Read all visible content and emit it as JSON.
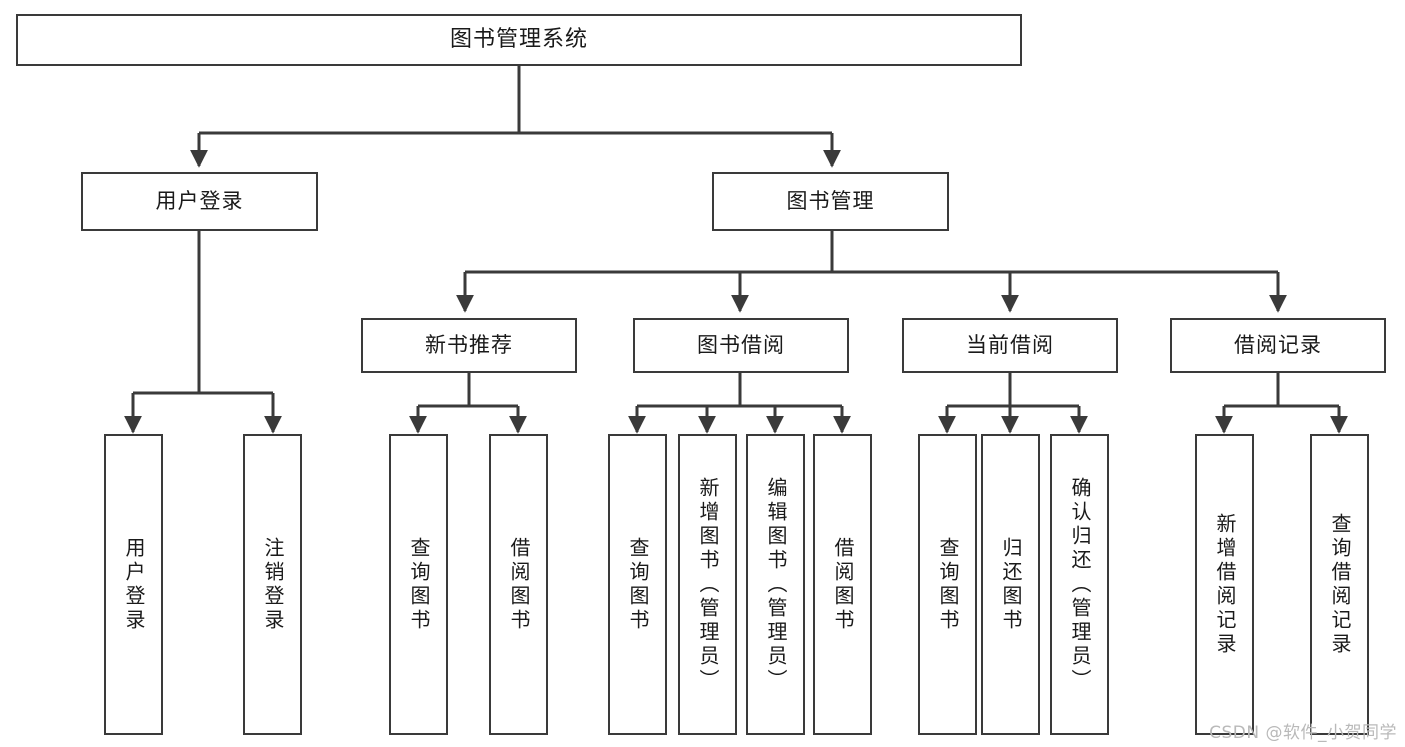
{
  "diagram": {
    "type": "tree",
    "title": "图书管理系统",
    "watermark": "CSDN @软件_小贺同学",
    "colors": {
      "background": "#ffffff",
      "box_border": "#3a3a3a",
      "box_fill": "#ffffff",
      "edge": "#3a3a3a",
      "text": "#1a1a1a",
      "watermark": "#b9b9b9"
    },
    "levels": {
      "root": {
        "label": "图书管理系统"
      },
      "level2": [
        {
          "label": "用户登录"
        },
        {
          "label": "图书管理"
        }
      ],
      "level3": [
        {
          "label": "新书推荐"
        },
        {
          "label": "图书借阅"
        },
        {
          "label": "当前借阅"
        },
        {
          "label": "借阅记录"
        }
      ]
    },
    "groups": [
      {
        "parent": "用户登录",
        "leaves": [
          {
            "label": "用户登录"
          },
          {
            "label": "注销登录"
          }
        ]
      },
      {
        "parent": "新书推荐",
        "leaves": [
          {
            "label": "查询图书"
          },
          {
            "label": "借阅图书"
          }
        ]
      },
      {
        "parent": "图书借阅",
        "leaves": [
          {
            "label": "查询图书"
          },
          {
            "label": "新增图书（管理员）"
          },
          {
            "label": "编辑图书（管理员）"
          },
          {
            "label": "借阅图书"
          }
        ]
      },
      {
        "parent": "当前借阅",
        "leaves": [
          {
            "label": "查询图书"
          },
          {
            "label": "归还图书"
          },
          {
            "label": "确认归还（管理员）"
          }
        ]
      },
      {
        "parent": "借阅记录",
        "leaves": [
          {
            "label": "新增借阅记录"
          },
          {
            "label": "查询借阅记录"
          }
        ]
      }
    ]
  }
}
